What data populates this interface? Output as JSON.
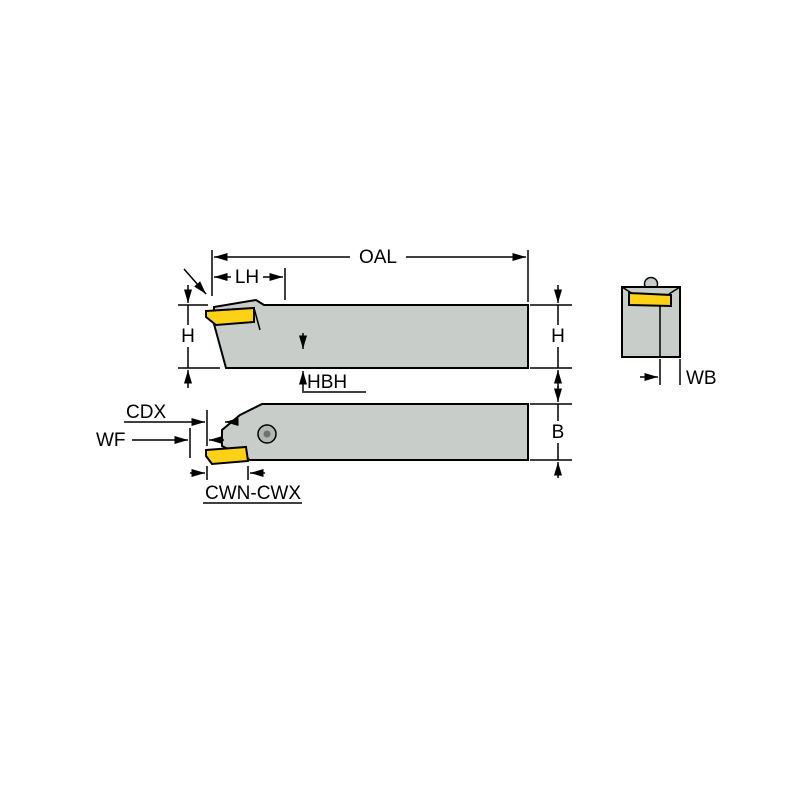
{
  "diagram": {
    "kind": "tool-holder-technical-drawing",
    "colors": {
      "body": "#c9cdc9",
      "body_shade": "#b3b7b3",
      "screw_center": "#6f736f",
      "insert": "#fcd116",
      "line": "#000000",
      "background": "#ffffff"
    },
    "views": {
      "side": {
        "labels": {
          "oal": "OAL",
          "lh": "LH",
          "h_left": "H",
          "h_right": "H",
          "hbh": "HBH"
        }
      },
      "top": {
        "labels": {
          "cdx": "CDX",
          "wf": "WF",
          "b": "B",
          "cwn_cwx": "CWN-CWX"
        }
      },
      "end": {
        "labels": {
          "wb": "WB"
        }
      }
    }
  }
}
